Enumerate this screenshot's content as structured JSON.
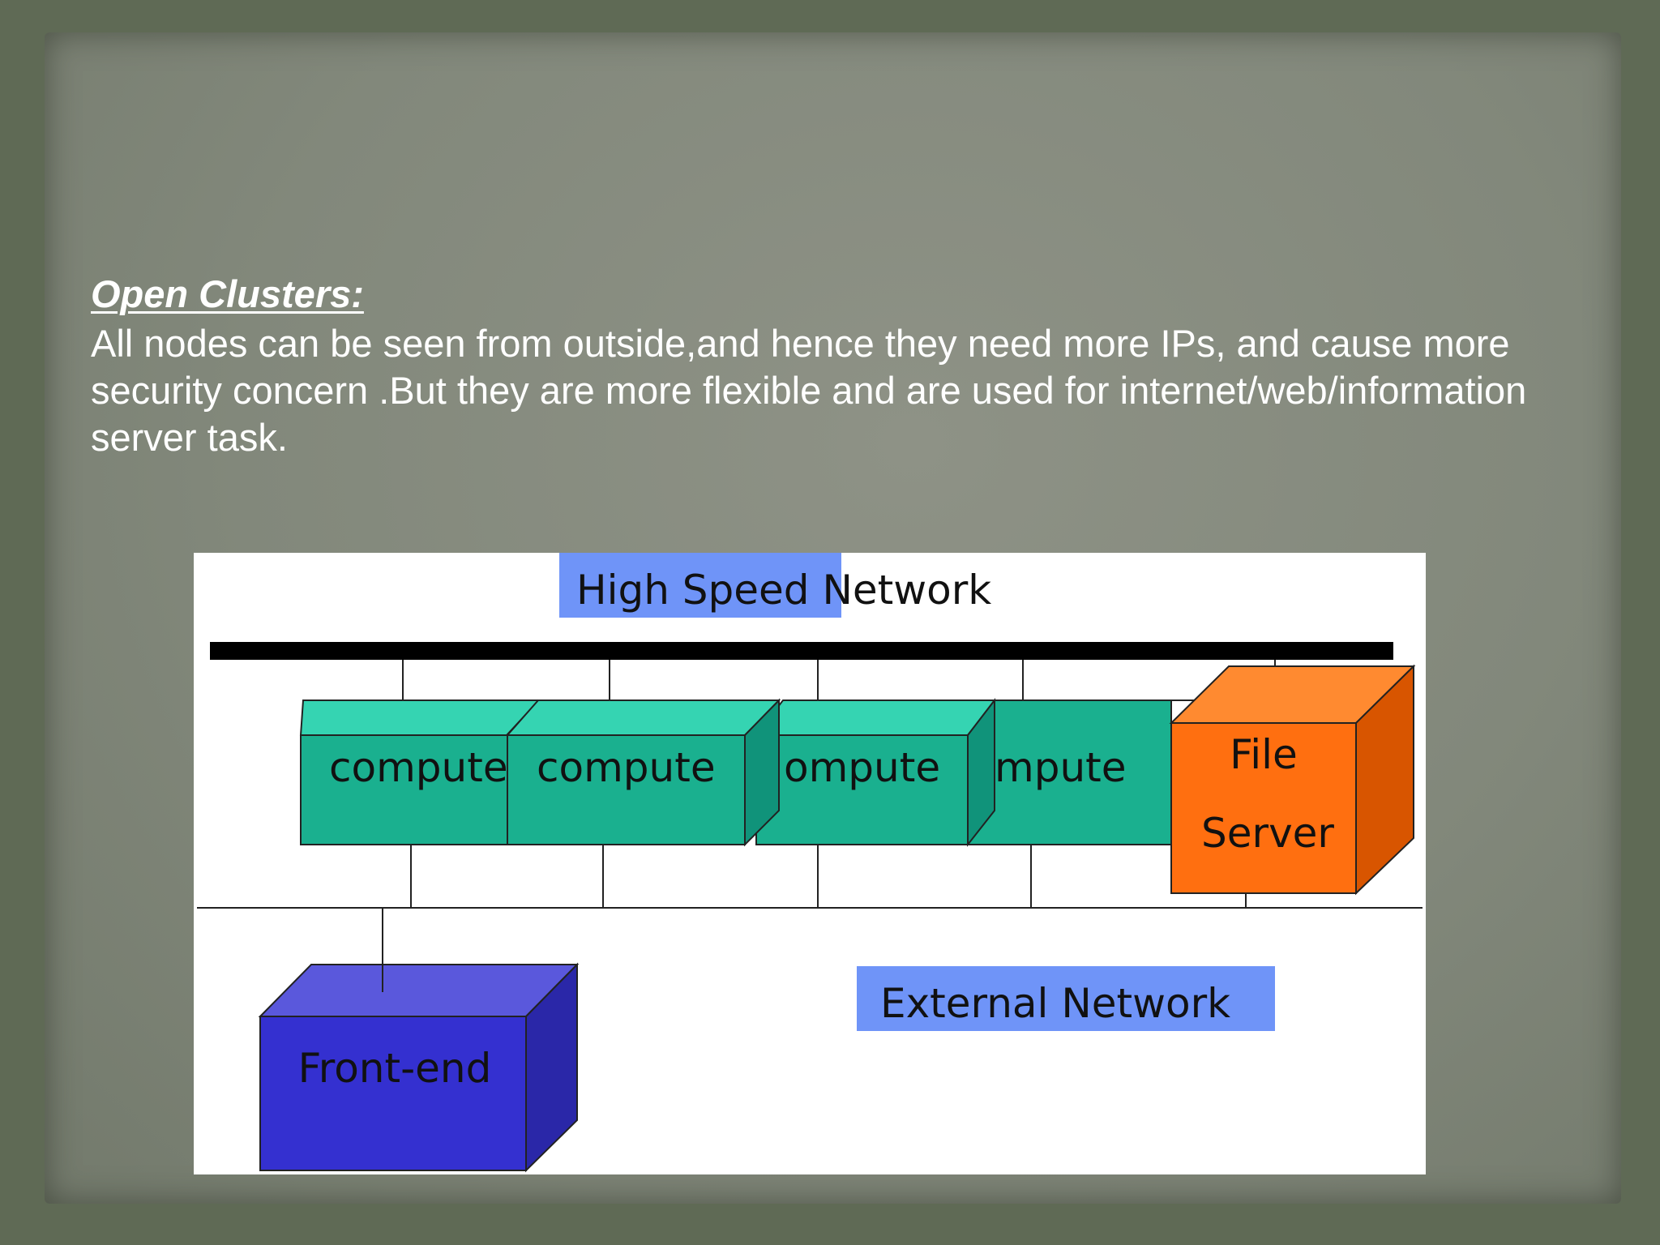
{
  "slide": {
    "heading": "Open Clusters:",
    "body": "All nodes can be seen from outside,and hence they need more IPs, and cause more security concern .But they are more flexible and are used for internet/web/information server task."
  },
  "diagram": {
    "high_speed_label": "High Speed Network",
    "external_label": "External Network",
    "compute_labels": [
      "compute",
      "compute",
      "ompute",
      "mpute"
    ],
    "file_server_line1": "File",
    "file_server_line2": "Server",
    "front_end_label": "Front-end",
    "colors": {
      "label_box": "#6f94f8",
      "compute_front": "#1ab08f",
      "compute_top": "#35d4b2",
      "compute_side": "#10937a",
      "file_front": "#ff6f10",
      "file_top": "#ff8a30",
      "file_side": "#d85500",
      "front_end_front": "#3430d0",
      "front_end_top": "#5a58dc",
      "front_end_side": "#2a27a8"
    }
  }
}
